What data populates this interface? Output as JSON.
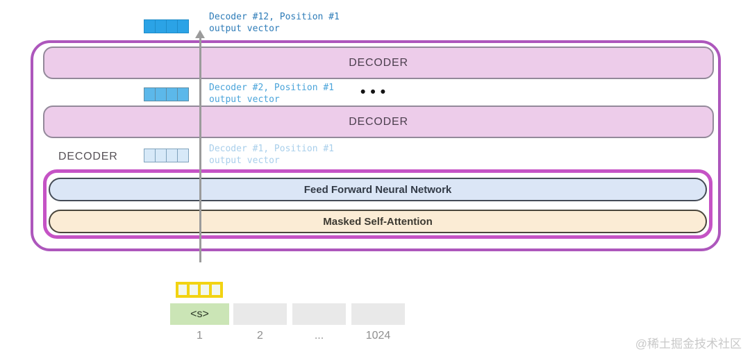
{
  "captions": {
    "decoder12": {
      "line1": "Decoder #12, Position #1",
      "line2": "output vector"
    },
    "decoder2": {
      "line1": "Decoder #2, Position #1",
      "line2": "output vector"
    },
    "decoder1": {
      "line1": "Decoder #1, Position #1",
      "line2": "output vector"
    }
  },
  "blocks": {
    "decoder_top_label": "DECODER",
    "decoder_mid_label": "DECODER",
    "decoder_side_label": "DECODER",
    "ffnn_label": "Feed Forward Neural Network",
    "attention_label": "Masked Self-Attention"
  },
  "ellipsis": "•••",
  "tokens": {
    "cells": [
      "<s>",
      "",
      "",
      ""
    ],
    "positions": [
      "1",
      "2",
      "...",
      "1024"
    ]
  },
  "watermark": "@稀土掘金技术社区",
  "colors": {
    "outer_border": "#ad57bc",
    "inner_border": "#c553c5",
    "decoder_bar_fill": "#edccea",
    "ffnn_fill": "#dbe6f6",
    "attention_fill": "#fbecd5",
    "vector_top_fill": "#2ba3e6",
    "vector_mid_fill": "#5cb8ea",
    "vector_low_fill": "#d7e9f8",
    "vector_input_border": "#f2d312",
    "token_start_fill": "#cbe5b6",
    "token_gray_fill": "#e9e9e9",
    "caption_top": "#2e7cb8",
    "caption_mid": "#4aa4da",
    "caption_low": "#a9cfeb",
    "arrow": "#9b9b9b"
  }
}
